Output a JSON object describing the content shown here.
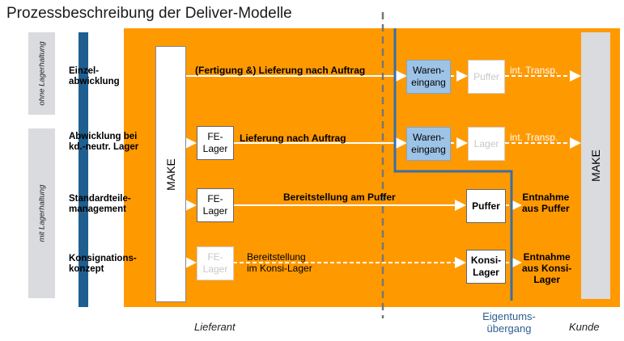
{
  "title": "Prozessbeschreibung der Deliver-Modelle",
  "categories": {
    "ohne": "ohne Lagerhaltung",
    "mit": "mit Lagerhaltung"
  },
  "rows": [
    {
      "label": "Einzel-\nabwicklung",
      "arrow_label": "(Fertigung &) Lieferung nach Auftrag"
    },
    {
      "label": "Abwicklung bei\nkd.-neutr. Lager",
      "arrow_label": "Lieferung nach Auftrag"
    },
    {
      "label": "Standardteile-\nmanagement",
      "arrow_label": "Bereitstellung am Puffer"
    },
    {
      "label": "Konsignations-\nkonzept",
      "arrow_label": "Bereitstellung\nim Konsi-Lager"
    }
  ],
  "make_left": "MAKE",
  "make_right": "MAKE",
  "fe_lager": [
    "FE-\nLager",
    "FE-\nLager",
    "FE-\nLager"
  ],
  "wareneingang": [
    "Waren-\neingang",
    "Waren-\neingang"
  ],
  "faded_boxes": [
    "Puffer",
    "Lager"
  ],
  "int_transp": [
    "int. Transp.",
    "int. Transp."
  ],
  "puffer": "Puffer",
  "konsi_lager": "Konsi-\nLager",
  "entnahme_puffer": "Entnahme\naus Puffer",
  "entnahme_konsi": "Entnahme\naus Konsi-\nLager",
  "footer": {
    "lieferant": "Lieferant",
    "eigentum": "Eigentums-\nübergang",
    "kunde": "Kunde"
  },
  "colors": {
    "orange": "#ff9900",
    "blue_bar": "#1f5f8f",
    "wareneingang": "#9dc3e6",
    "ownership_line": "#3a6ea5"
  }
}
